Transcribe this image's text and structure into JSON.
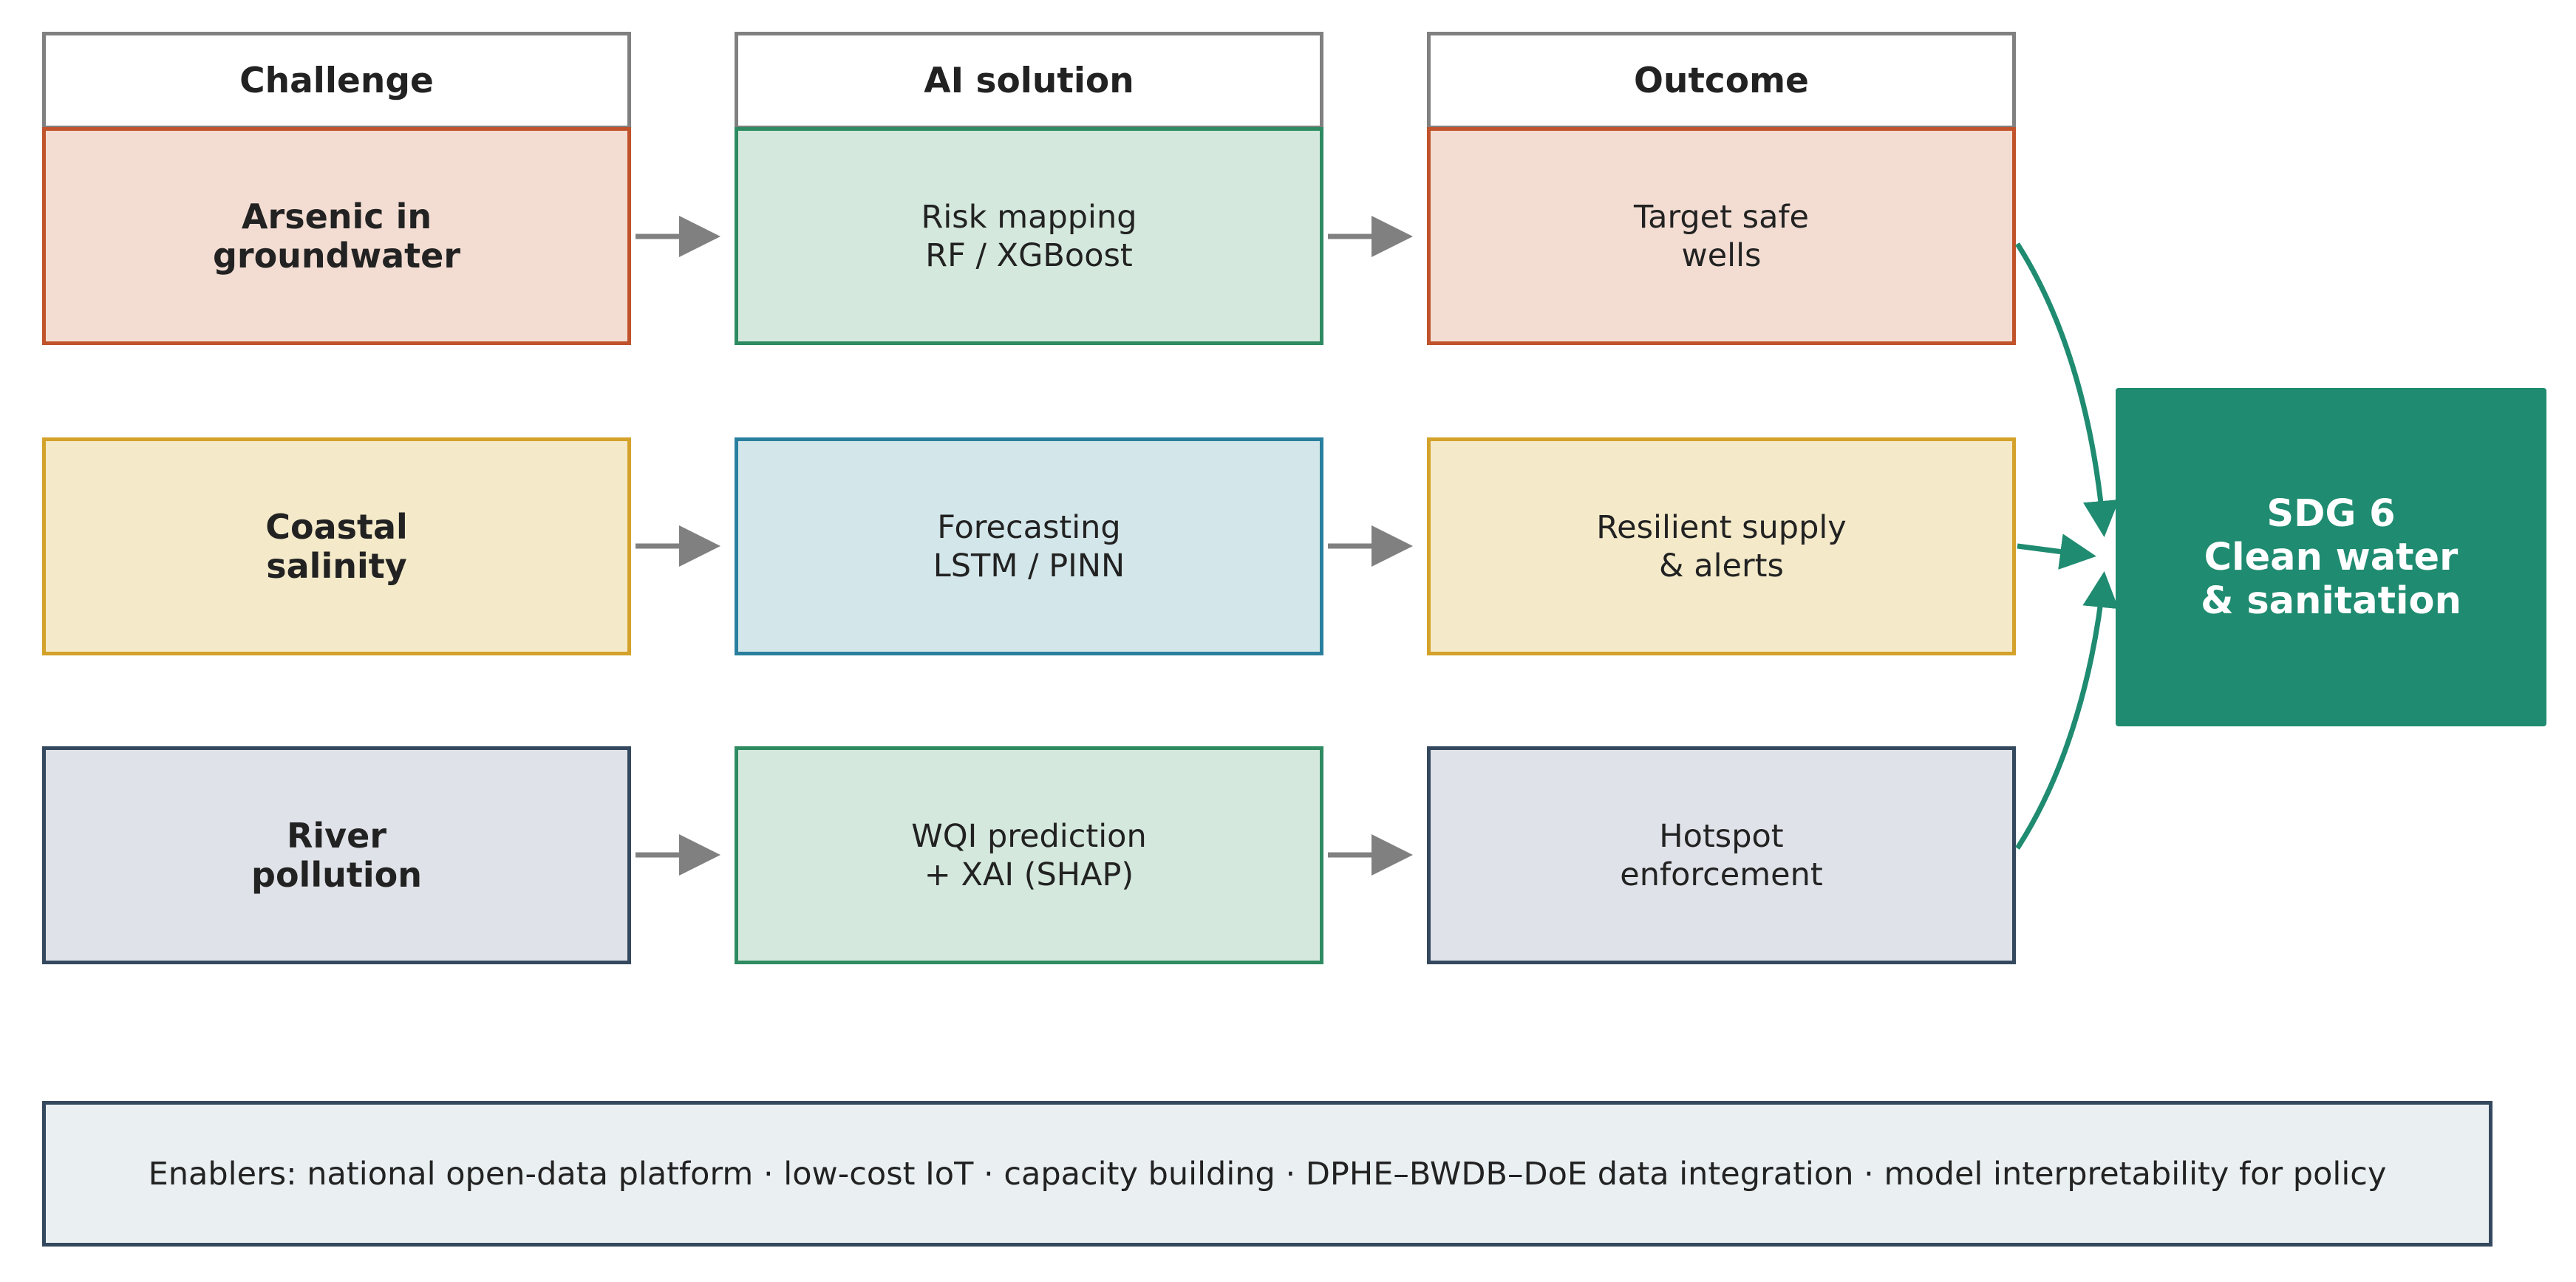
{
  "headers": {
    "challenge": "Challenge",
    "ai_solution": "AI solution",
    "outcome": "Outcome"
  },
  "rows": [
    {
      "challenge": "Arsenic in\ngroundwater",
      "solution": "Risk mapping\nRF / XGBoost",
      "outcome": "Target safe\nwells",
      "colors": {
        "challenge_fill": "#f3ddd3",
        "challenge_border": "#c0532b",
        "solution_fill": "#d4e8dd",
        "solution_border": "#2e8b61",
        "outcome_fill": "#f3ddd3",
        "outcome_border": "#c0532b"
      }
    },
    {
      "challenge": "Coastal\nsalinity",
      "solution": "Forecasting\nLSTM / PINN",
      "outcome": "Resilient supply\n& alerts",
      "colors": {
        "challenge_fill": "#f4eaca",
        "challenge_border": "#d4a22a",
        "solution_fill": "#d3e6ea",
        "solution_border": "#2a7f9e",
        "outcome_fill": "#f4eaca",
        "outcome_border": "#d4a22a"
      }
    },
    {
      "challenge": "River\npollution",
      "solution": "WQI prediction\n+ XAI (SHAP)",
      "outcome": "Hotspot\nenforcement",
      "colors": {
        "challenge_fill": "#dfe2e8",
        "challenge_border": "#34495e",
        "solution_fill": "#d4e8dd",
        "solution_border": "#2e8b61",
        "outcome_fill": "#dfe2e8",
        "outcome_border": "#34495e"
      }
    }
  ],
  "sdg": {
    "text": "SDG 6\nClean water\n& sanitation",
    "fill": "#1f8b70",
    "text_color": "#ffffff"
  },
  "enablers": {
    "text": "Enablers: national open-data platform · low-cost IoT · capacity building · DPHE–BWDB–DoE data integration · model interpretability for policy"
  },
  "colors": {
    "arrow": "#808080",
    "curve": "#1f8b70",
    "header_border": "#808080"
  }
}
